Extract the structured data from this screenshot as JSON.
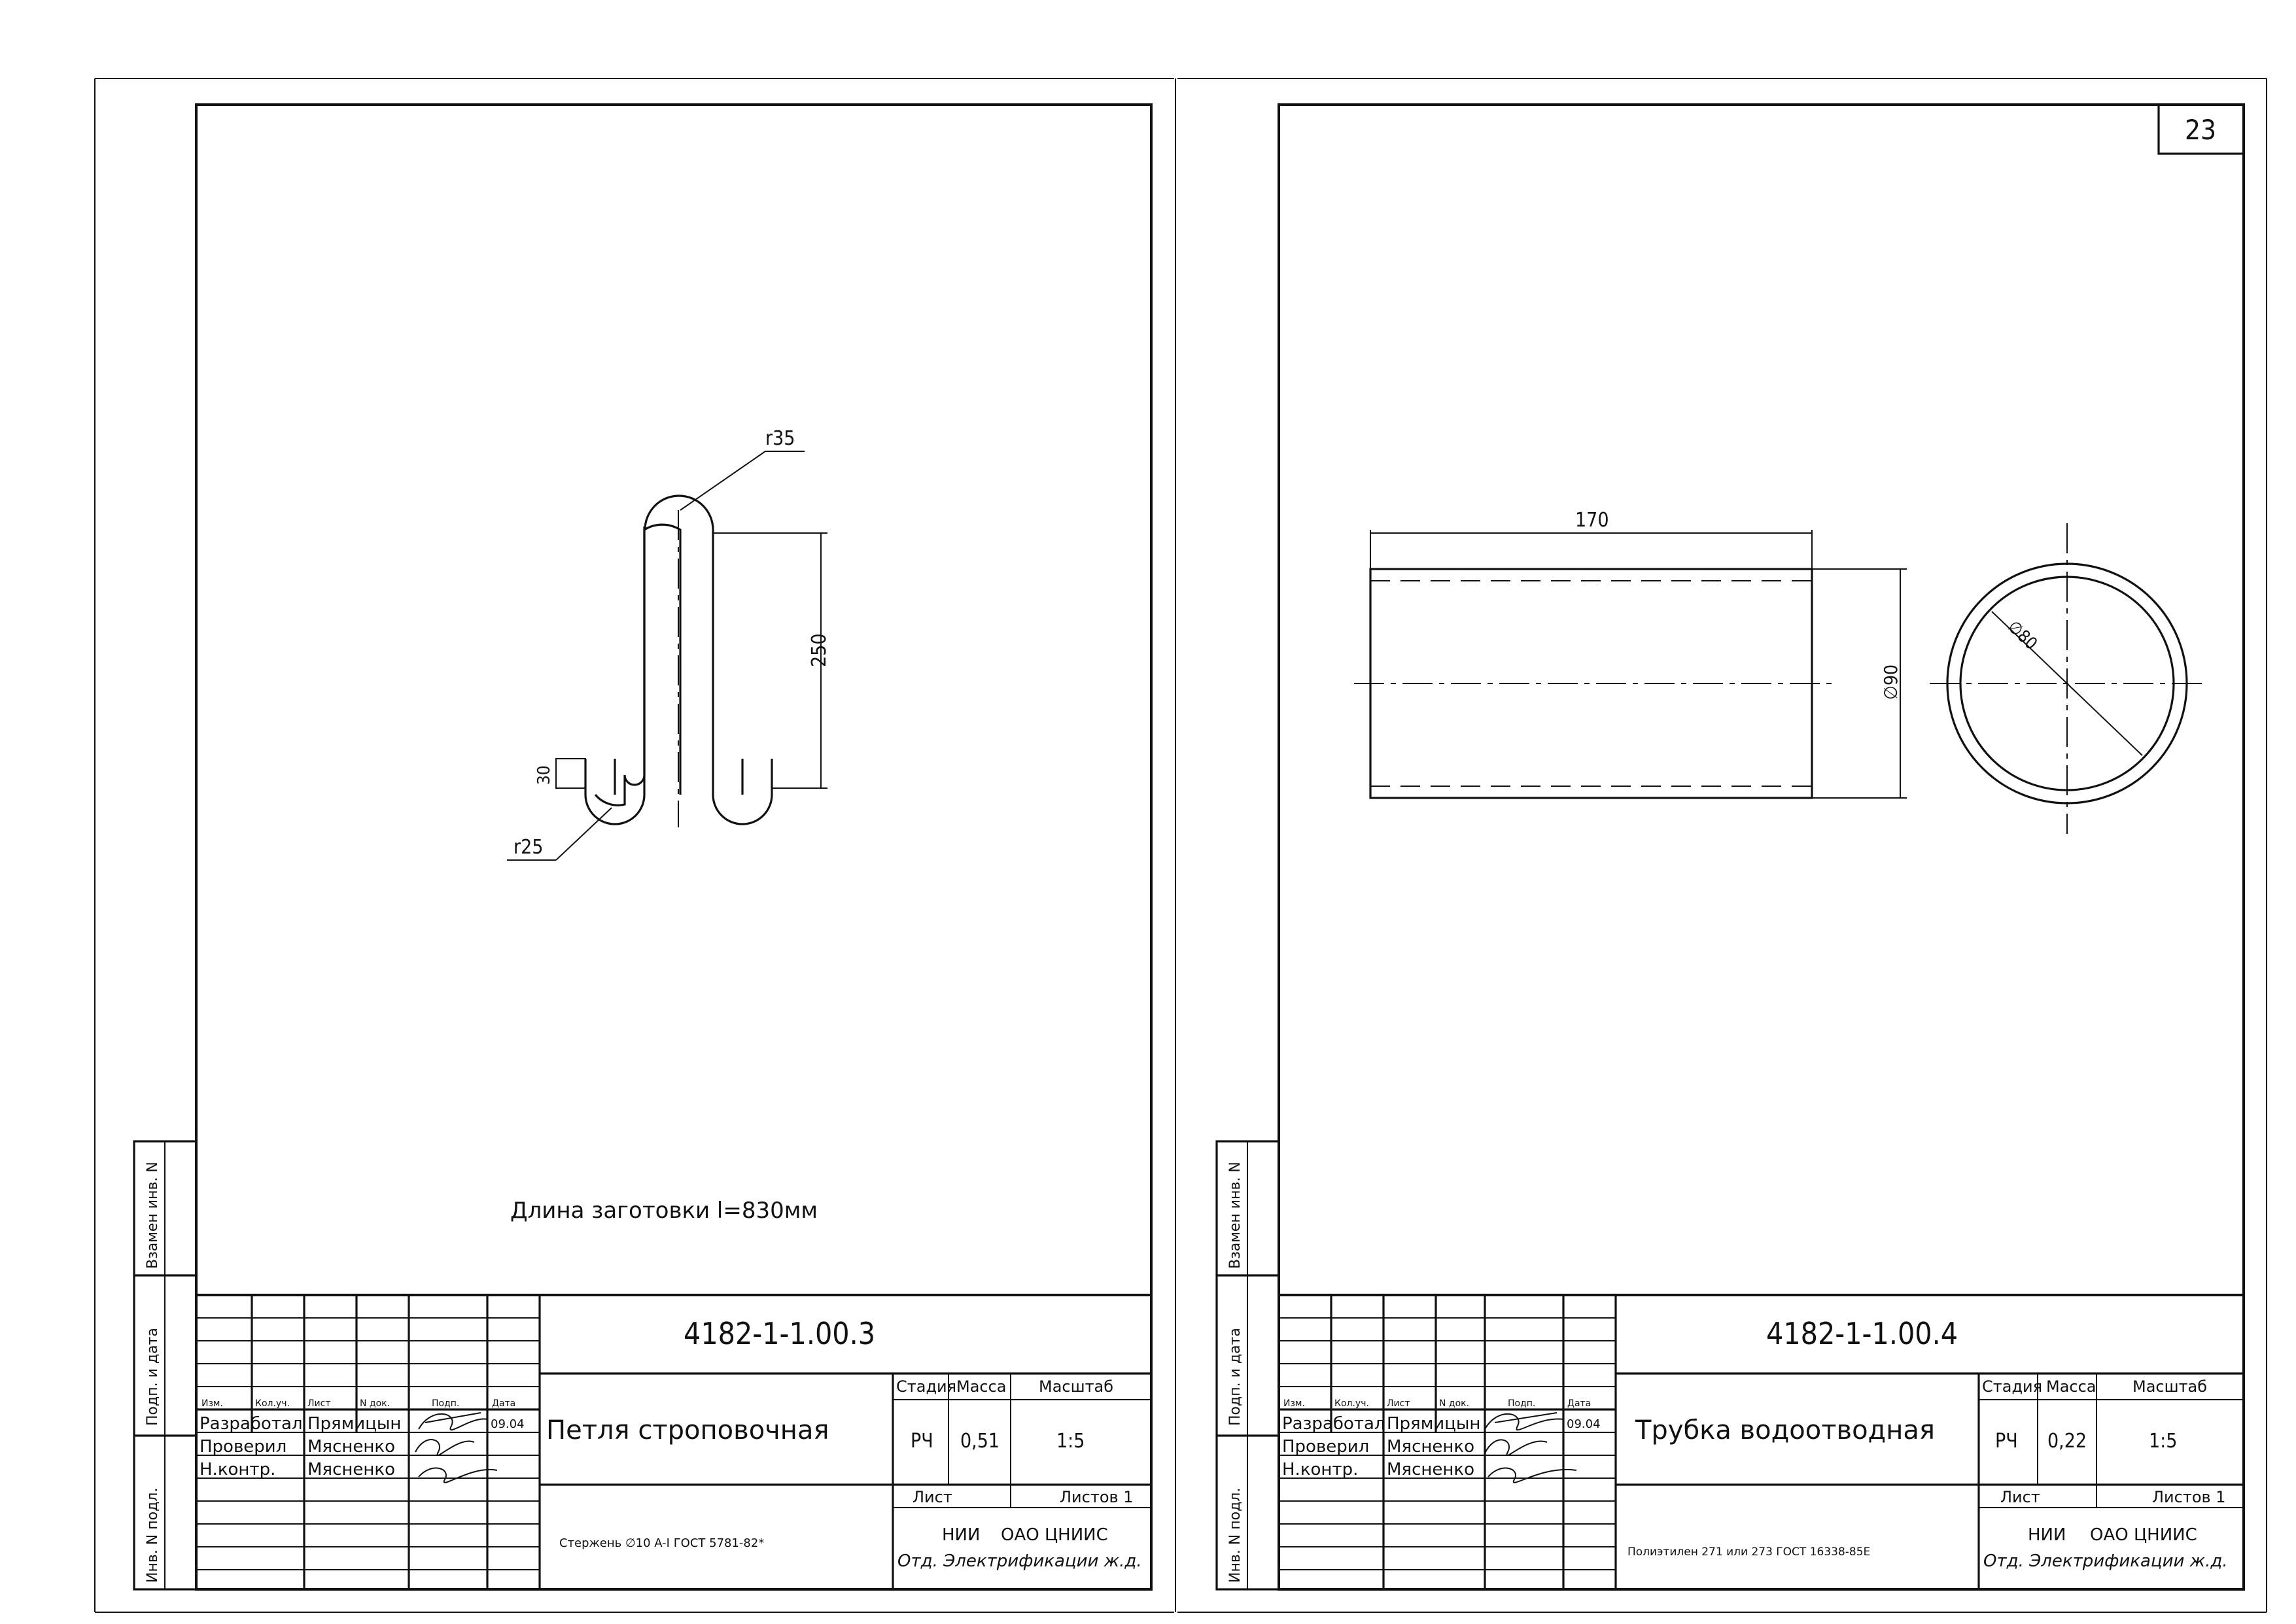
{
  "page_number": "23",
  "side_labels": [
    "Взамен инв. N",
    "Подп. и дата",
    "Инв. N подл."
  ],
  "title_block_headers": {
    "izm": "Изм.",
    "kol": "Кол.уч.",
    "list": "Лист",
    "ndok": "N док.",
    "podp": "Подп.",
    "data": "Дата",
    "stage": "Стадия",
    "mass": "Масса",
    "scale": "Масштаб",
    "sheet": "Лист",
    "sheets": "Листов 1"
  },
  "sheet_left": {
    "doc_code": "4182-1-1.00.3",
    "title": "Петля строповочная",
    "stage": "РЧ",
    "mass": "0,51",
    "scale": "1:5",
    "material": "Стержень ∅10 A-I ГОСТ 5781-82*",
    "org_line1": "НИИ",
    "org_line1b": "ОАО ЦНИИС",
    "org_line2": "Отд. Электрификации ж.д.",
    "people": [
      {
        "role": "Разработал",
        "name": "Прямицын",
        "date": "09.04"
      },
      {
        "role": "Проверил",
        "name": "Мясненко",
        "date": ""
      },
      {
        "role": "Н.контр.",
        "name": "Мясненко",
        "date": ""
      }
    ],
    "note": "Длина заготовки l=830мм",
    "dims": {
      "r_top": "r35",
      "height": "250",
      "hook": "30",
      "r_bottom": "r25"
    }
  },
  "sheet_right": {
    "doc_code": "4182-1-1.00.4",
    "title": "Трубка водоотводная",
    "stage": "РЧ",
    "mass": "0,22",
    "scale": "1:5",
    "material": "Полиэтилен 271 или 273 ГОСТ 16338-85Е",
    "org_line1": "НИИ",
    "org_line1b": "ОАО ЦНИИС",
    "org_line2": "Отд. Электрификации ж.д.",
    "people": [
      {
        "role": "Разработал",
        "name": "Прямицын",
        "date": "09.04"
      },
      {
        "role": "Проверил",
        "name": "Мясненко",
        "date": ""
      },
      {
        "role": "Н.контр.",
        "name": "Мясненко",
        "date": ""
      }
    ],
    "dims": {
      "length": "170",
      "outer": "∅90",
      "inner": "∅80"
    }
  }
}
